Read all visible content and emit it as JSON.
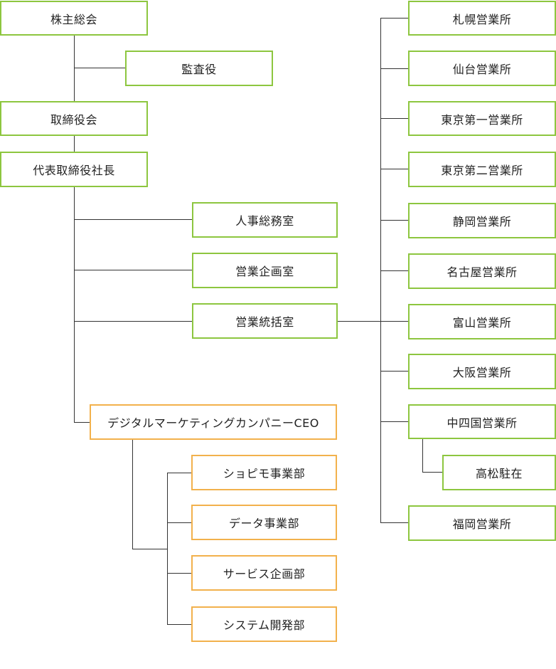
{
  "colors": {
    "company_border": "#8dc63f",
    "digital_border": "#f2b14c",
    "connector": "#333333"
  },
  "org": {
    "shareholders": "株主総会",
    "auditor": "監査役",
    "board": "取締役会",
    "president": "代表取締役社長",
    "hr_office": "人事総務室",
    "sales_planning": "営業企画室",
    "sales_control": "営業統括室",
    "digital_ceo": "デジタルマーケティングカンパニーCEO",
    "shopimo": "ショピモ事業部",
    "data_dept": "データ事業部",
    "service_planning": "サービス企画部",
    "system_dev": "システム開発部",
    "sapporo": "札幌営業所",
    "sendai": "仙台営業所",
    "tokyo1": "東京第一営業所",
    "tokyo2": "東京第二営業所",
    "shizuoka": "静岡営業所",
    "nagoya": "名古屋営業所",
    "toyama": "富山営業所",
    "osaka": "大阪営業所",
    "chushikoku": "中四国営業所",
    "takamatsu": "高松駐在",
    "fukuoka": "福岡営業所"
  }
}
